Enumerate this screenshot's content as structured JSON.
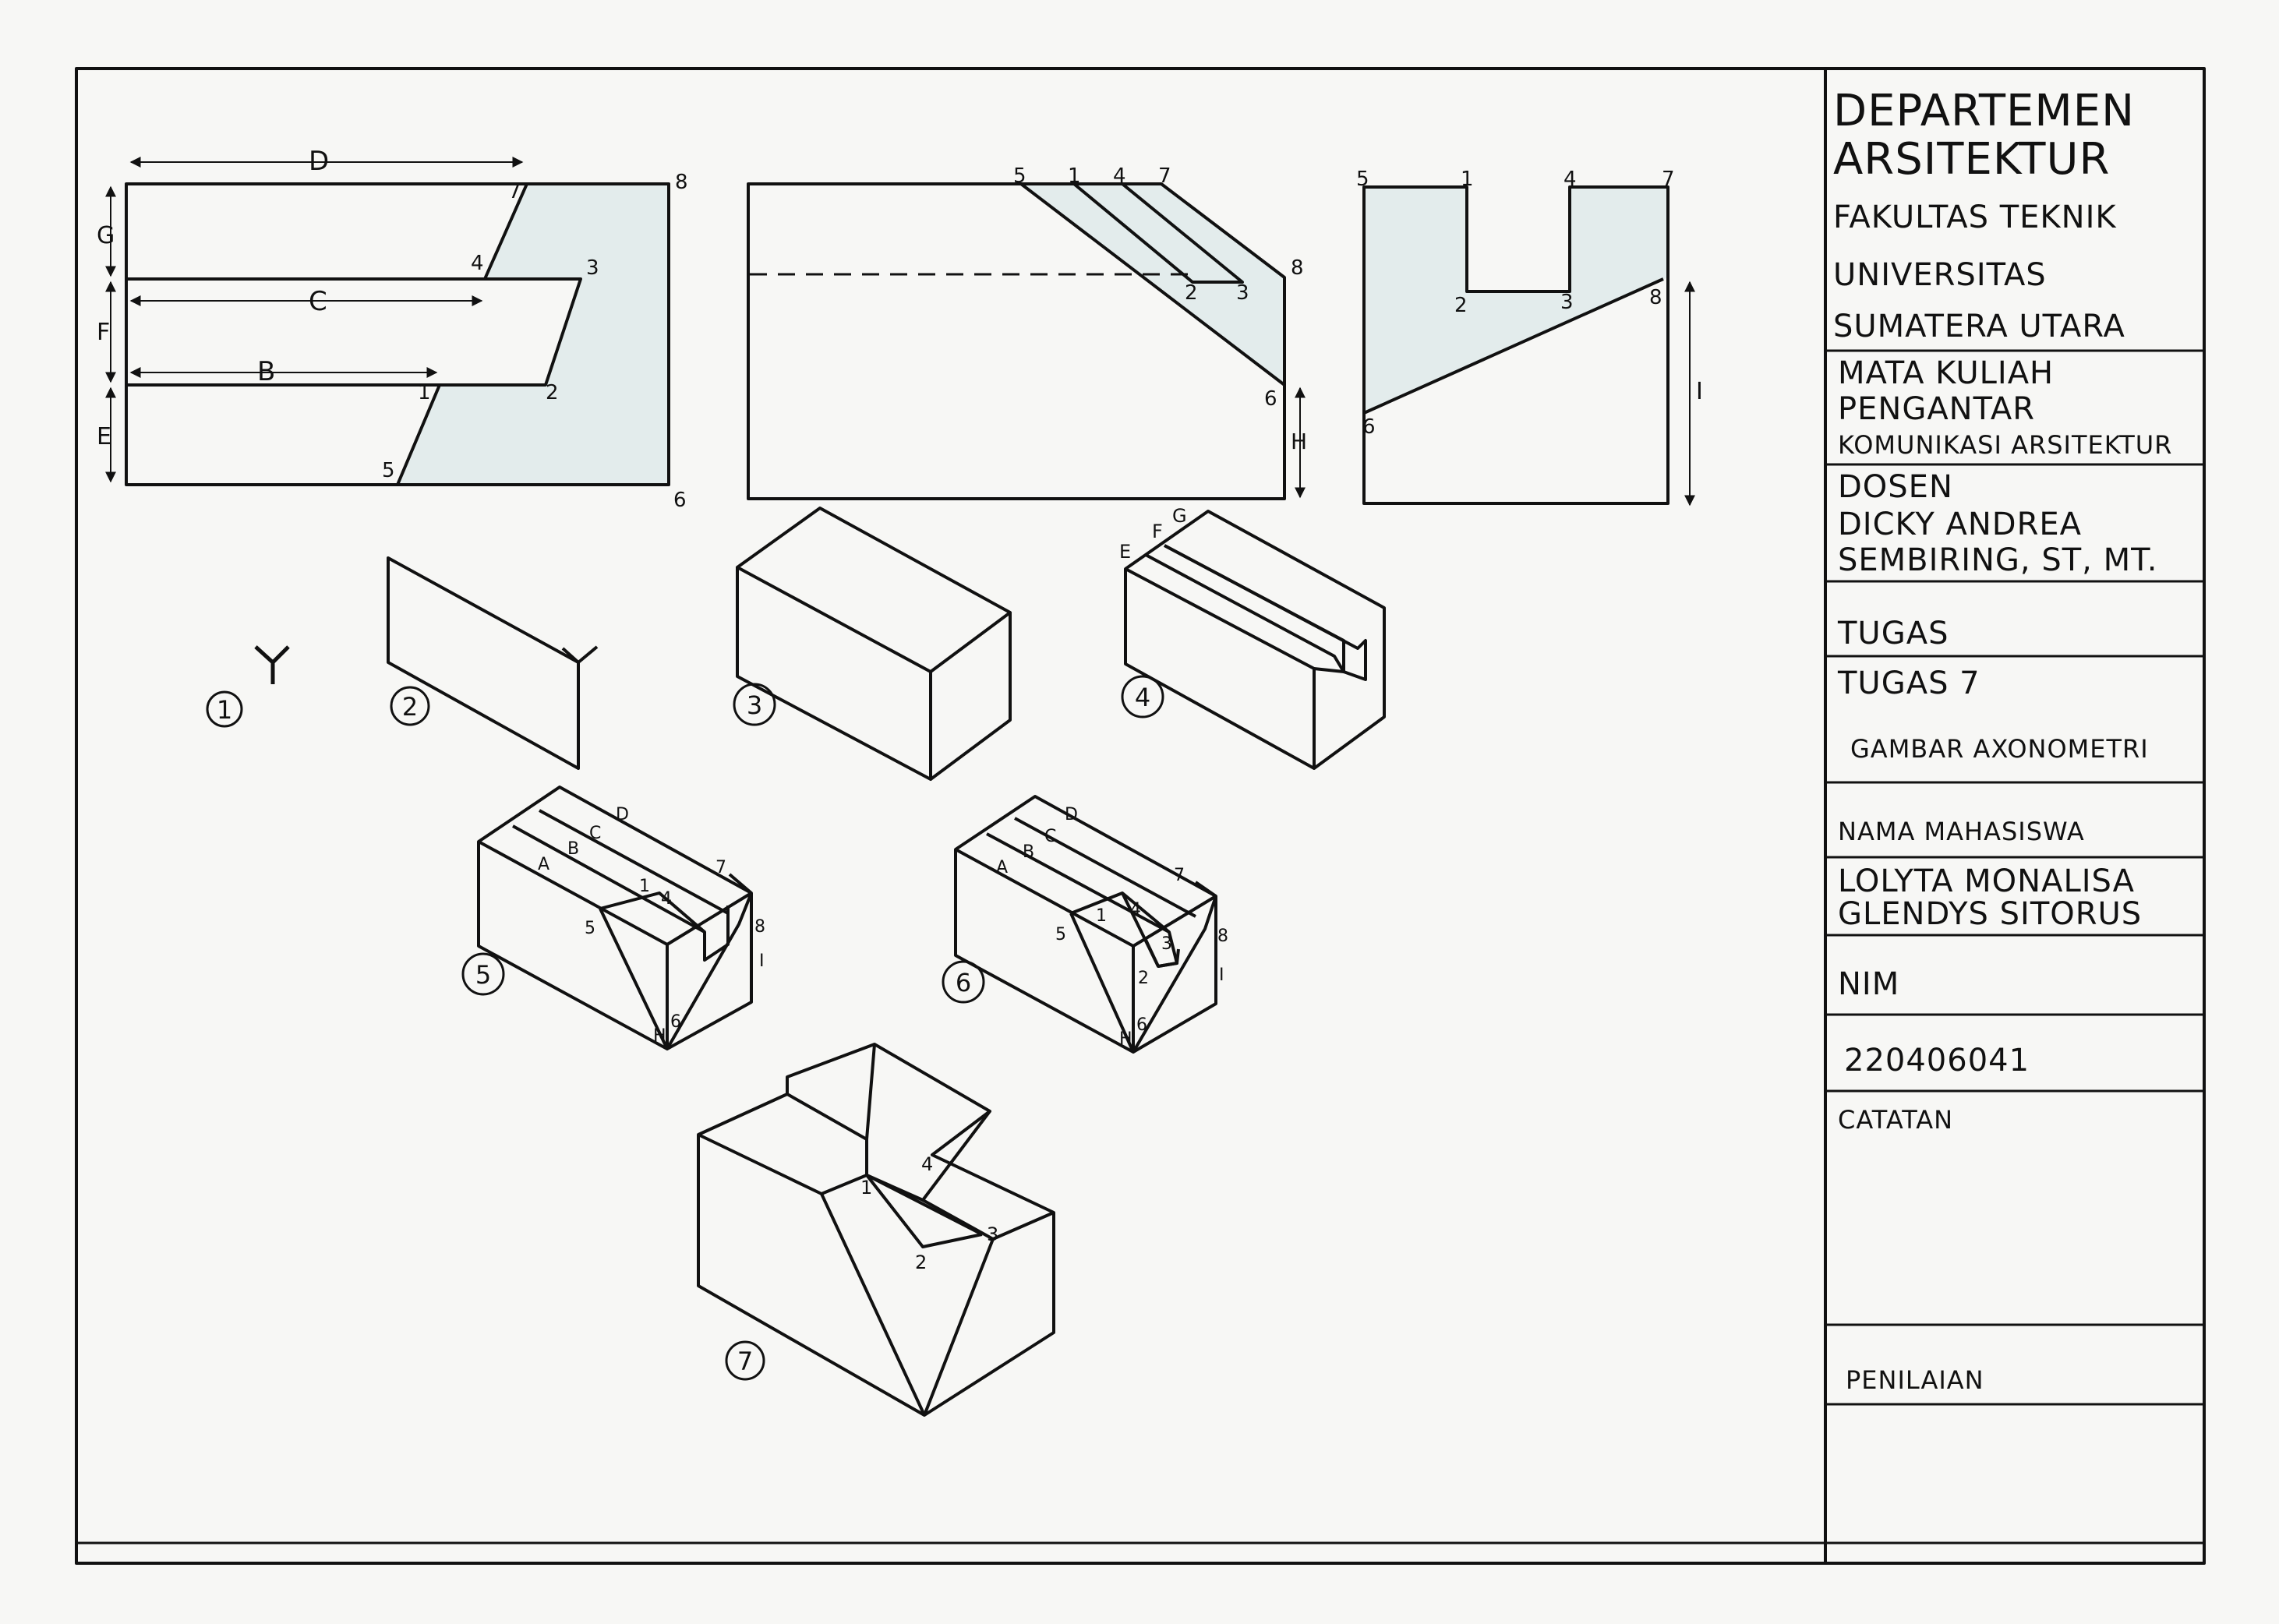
{
  "title_block": {
    "institution": [
      "DEPARTEMEN",
      "ARSITEKTUR",
      "FAKULTAS TEKNIK",
      "UNIVERSITAS",
      "SUMATERA UTARA"
    ],
    "course_label": "MATA KULIAH",
    "course_name": [
      "PENGANTAR",
      "KOMUNIKASI ARSITEKTUR"
    ],
    "lecturer_label": "DOSEN",
    "lecturer_name": [
      "DICKY ANDREA",
      "SEMBIRING, ST, MT."
    ],
    "assignment_label": "TUGAS",
    "assignment_number": "TUGAS 7",
    "assignment_title": "GAMBAR AXONOMETRI",
    "student_label": "NAMA MAHASISWA",
    "student_name": [
      "LOLYTA MONALISA",
      "GLENDYS SITORUS"
    ],
    "nim_label": "NIM",
    "nim_value": "220406041",
    "notes_label": "CATATAN",
    "grade_label": "PENILAIAN"
  },
  "drawing": {
    "plan_labels": {
      "dims": [
        "D",
        "C",
        "B",
        "G",
        "F",
        "E"
      ],
      "points": [
        "7",
        "8",
        "4",
        "3",
        "1",
        "2",
        "5",
        "6"
      ]
    },
    "front_labels": {
      "points": [
        "5",
        "1",
        "4",
        "7",
        "8",
        "2",
        "3",
        "6"
      ],
      "dims": [
        "H"
      ]
    },
    "side_labels": {
      "points": [
        "5",
        "1",
        "4",
        "7",
        "2",
        "3",
        "8",
        "6"
      ],
      "dims": [
        "I"
      ]
    },
    "step_numbers": [
      "1",
      "2",
      "3",
      "4",
      "5",
      "6",
      "7"
    ],
    "axis_mark": "Y",
    "iso4_labels": [
      "E",
      "F",
      "G"
    ],
    "iso5_labels": [
      "A",
      "B",
      "C",
      "D",
      "5",
      "1",
      "4",
      "7",
      "8",
      "I",
      "H",
      "6"
    ],
    "iso6_labels": [
      "A",
      "B",
      "C",
      "D",
      "5",
      "1",
      "4",
      "7",
      "2",
      "3",
      "8",
      "I",
      "H",
      "6"
    ],
    "iso7_labels": [
      "1",
      "4",
      "2",
      "3"
    ]
  },
  "colors": {
    "ink": "#111111",
    "paper": "#f7f7f5",
    "shade": "#e3ecec"
  }
}
